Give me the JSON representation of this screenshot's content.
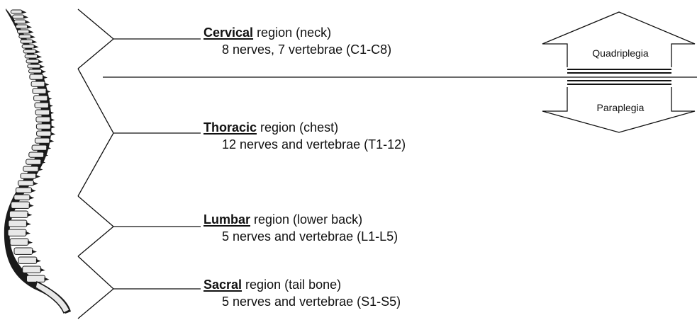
{
  "regions": [
    {
      "name": "Cervical",
      "suffix": " region (neck)",
      "detail": "8 nerves, 7 vertebrae (C1-C8)"
    },
    {
      "name": "Thoracic",
      "suffix": " region (chest)",
      "detail": "12 nerves and vertebrae (T1-12)"
    },
    {
      "name": "Lumbar",
      "suffix": " region (lower back)",
      "detail": "5 nerves and vertebrae (L1-L5)"
    },
    {
      "name": "Sacral",
      "suffix": " region (tail bone)",
      "detail": "5 nerves and vertebrae (S1-S5)"
    }
  ],
  "injury_levels": {
    "upper": "Quadriplegia",
    "lower": "Paraplegia"
  },
  "colors": {
    "line": "#111111",
    "bone_dark": "#1a1a1a",
    "bone_light": "#e8e8e8",
    "background": "#ffffff"
  }
}
